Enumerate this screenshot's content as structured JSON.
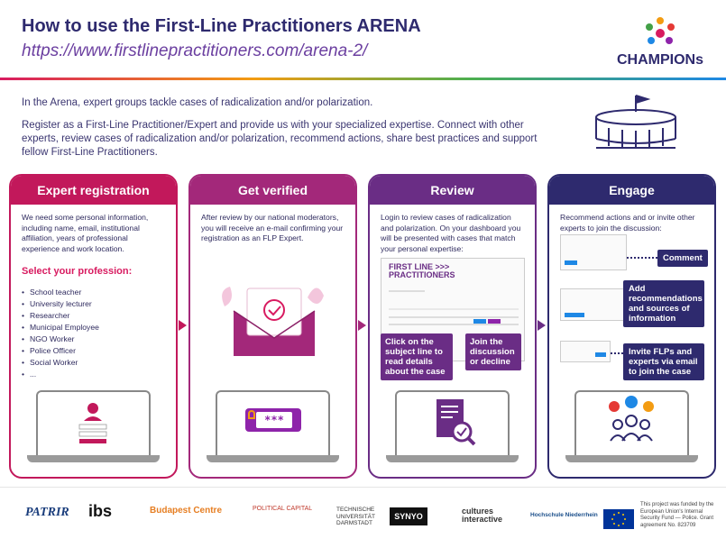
{
  "header": {
    "title": "How to use the First-Line Practitioners ARENA",
    "url": "https://www.firstlinepractitioners.com/arena-2/",
    "logo_text": "CHAMPIONs"
  },
  "intro": {
    "line1": "In the Arena, expert groups tackle cases of radicalization and/or polarization.",
    "line2": "Register as a First-Line Practitioner/Expert and provide us with your specialized expertise. Connect with other experts, review cases of radicalization and/or polarization, recommend actions, share best practices and support fellow First-Line Practitioners."
  },
  "steps": [
    {
      "title": "Expert registration",
      "text": "We need some personal information, including name, email, institutional affiliation, years of professional experience and work location.",
      "profession_title": "Select your profession:",
      "professions": [
        "School teacher",
        "University lecturer",
        "Researcher",
        "Municipal Employee",
        "NGO Worker",
        "Police Officer",
        "Social Worker",
        "..."
      ]
    },
    {
      "title": "Get verified",
      "text": "After review by our national moderators, you will receive an e-mail confirming your registration as an FLP Expert.",
      "password_mask": "***"
    },
    {
      "title": "Review",
      "text": "Login to review cases of radicalization and polarization. On your dashboard you will be presented with cases that match your personal expertise:",
      "screenshot_logo": "FIRST LINE >>> PRACTITIONERS",
      "callout_left": "Click on the subject line to read details about the case",
      "callout_right": "Join the discussion or decline"
    },
    {
      "title": "Engage",
      "text": "Recommend actions and or invite other experts to join the discussion:",
      "callout_1": "Comment",
      "callout_2": "Add recommendations and sources of information",
      "callout_3": "Invite FLPs and experts via email to join the case"
    }
  ],
  "footer": {
    "partners": [
      "PATRIR",
      "ibs",
      "Budapest Centre",
      "POLITICAL CAPITAL",
      "TECHNISCHE UNIVERSITÄT DARMSTADT",
      "SYNYO",
      "cultures interactive",
      "Hochschule Niederrhein"
    ],
    "funding": "This project was funded by the European Union's Internal Security Fund — Police. Grant agreement No. 823709"
  },
  "colors": {
    "step1": "#c2185b",
    "step2": "#a3287a",
    "step3": "#6a2d85",
    "step4": "#2e2a6e"
  }
}
